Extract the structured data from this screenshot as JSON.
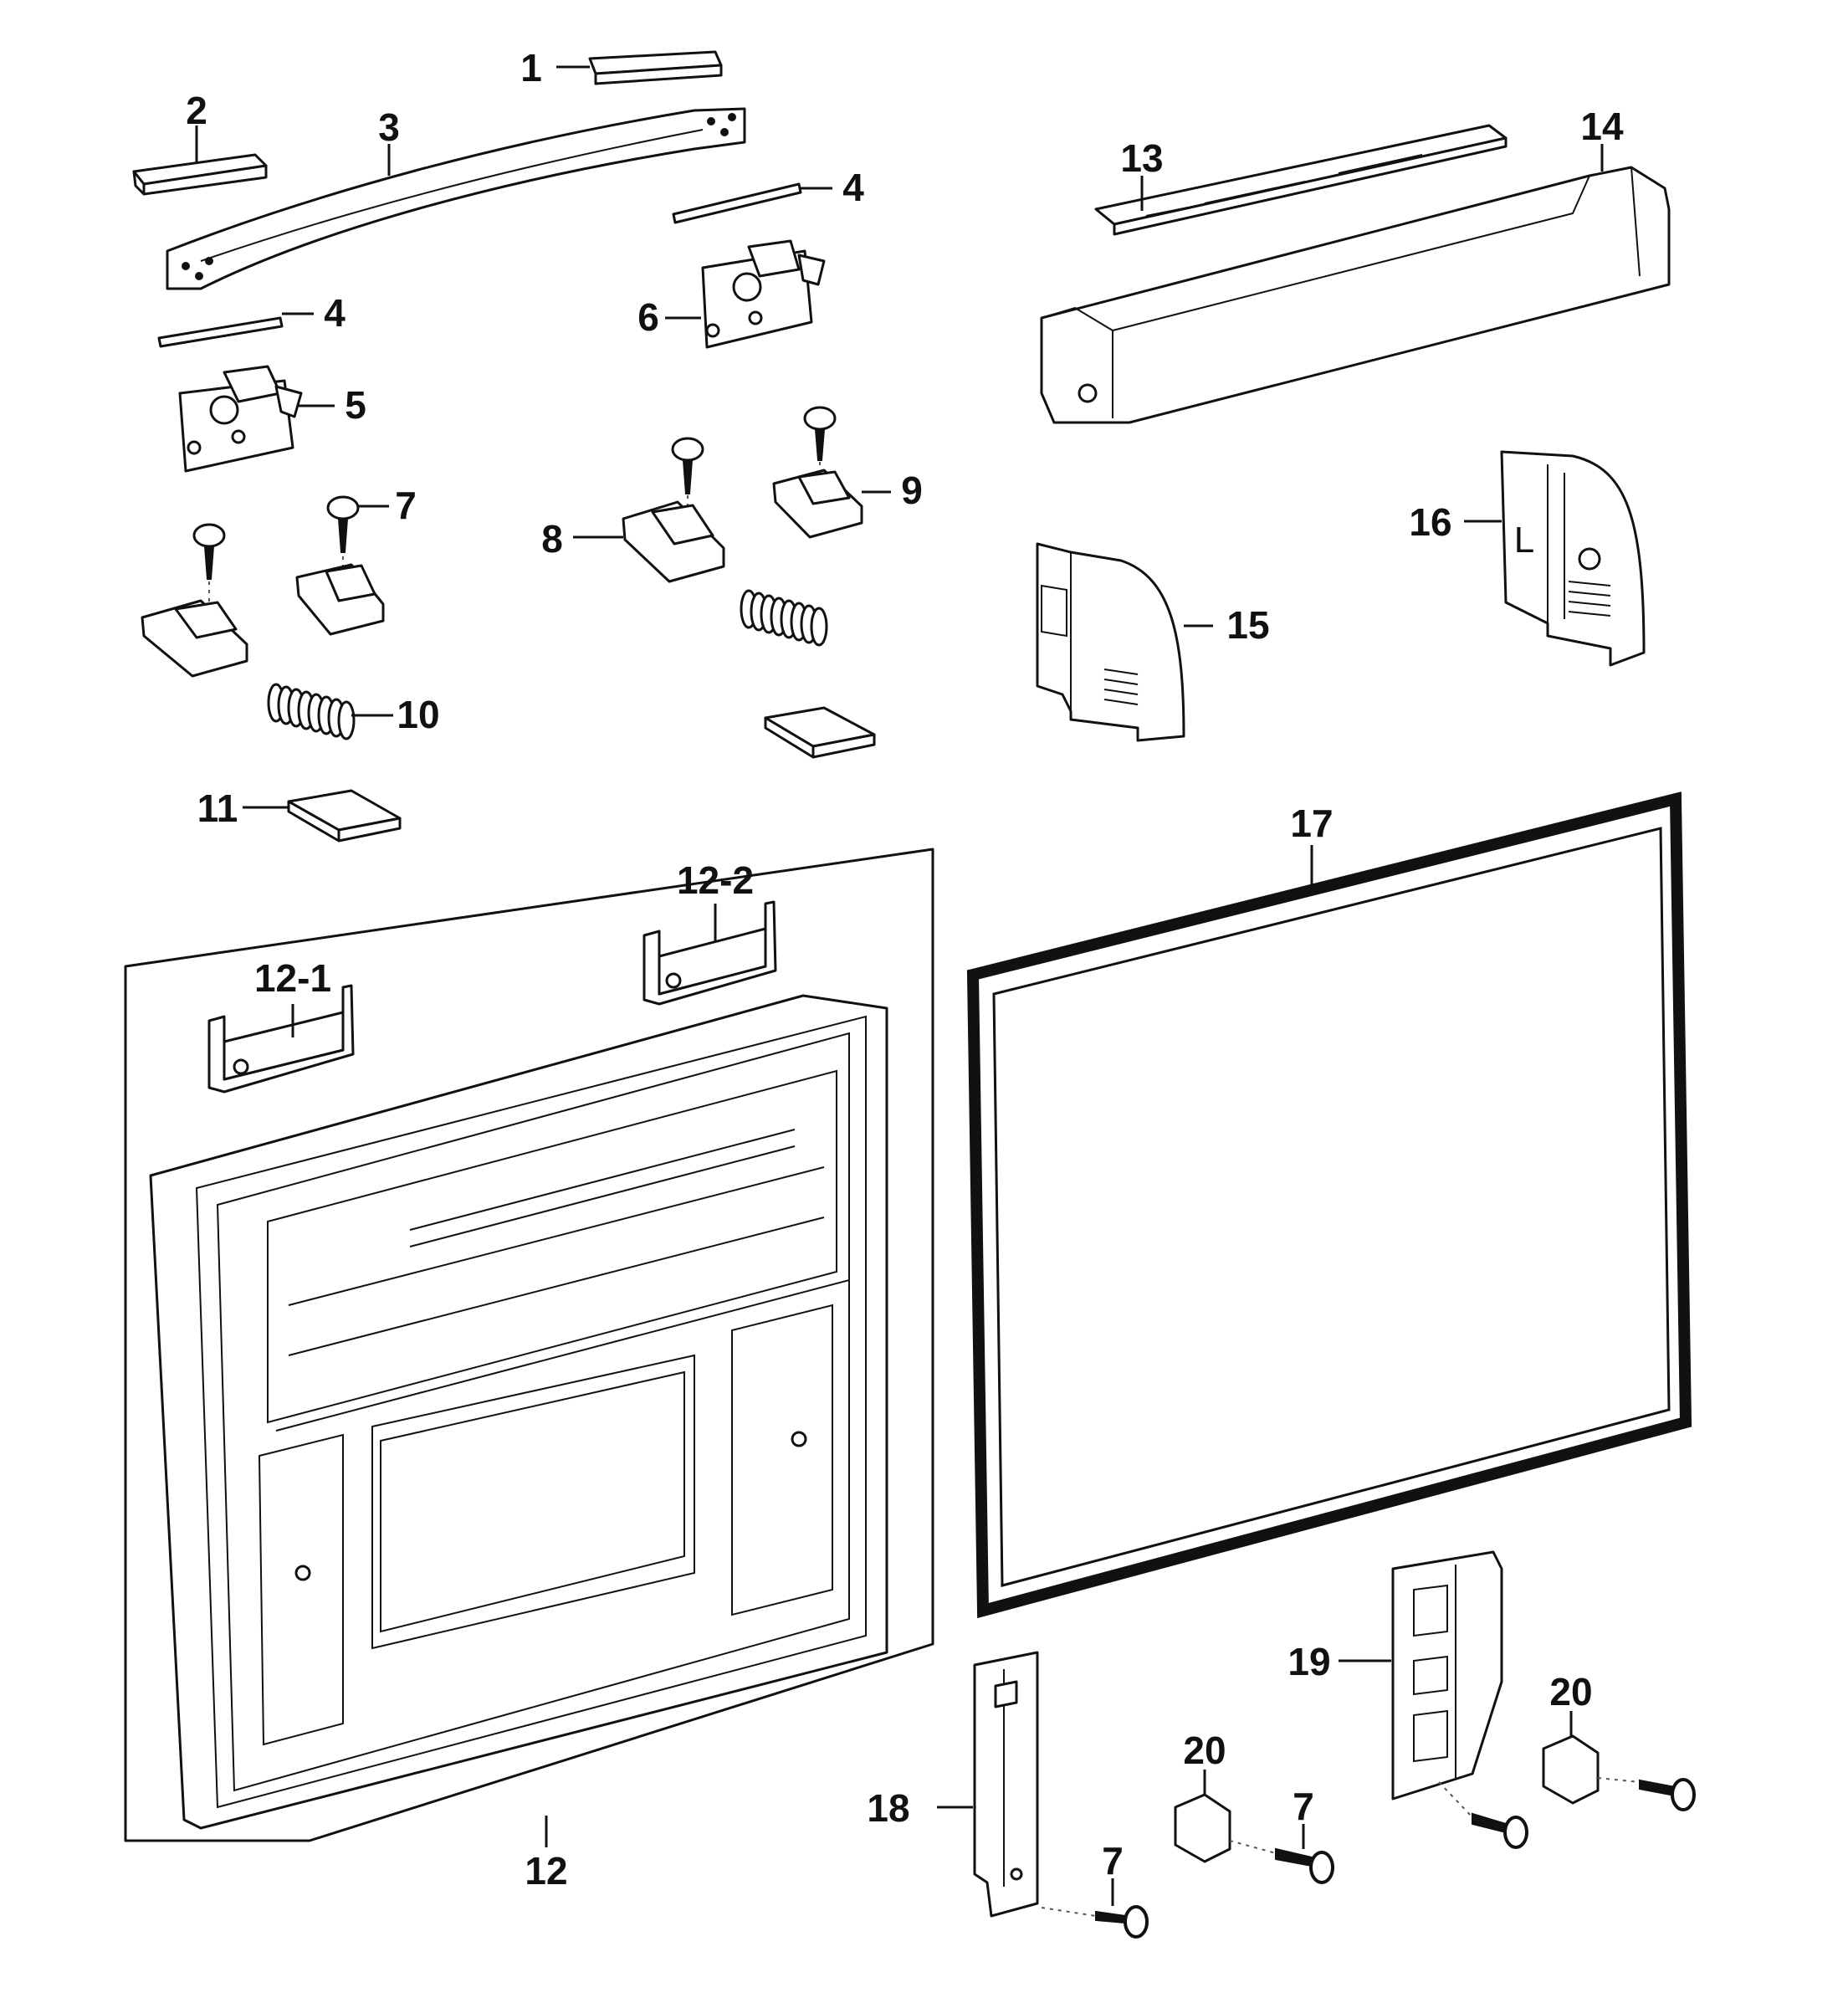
{
  "callouts": {
    "c1": "1",
    "c2": "2",
    "c3": "3",
    "c4a": "4",
    "c4b": "4",
    "c5": "5",
    "c6": "6",
    "c7a": "7",
    "c7b": "7",
    "c7c": "7",
    "c8": "8",
    "c9": "9",
    "c10": "10",
    "c11": "11",
    "c12": "12",
    "c12_1": "12-1",
    "c12_2": "12-2",
    "c13": "13",
    "c14": "14",
    "c15": "15",
    "c16": "16",
    "c17": "17",
    "c18": "18",
    "c19": "19",
    "c20a": "20",
    "c20b": "20"
  },
  "cap_marking": "L",
  "colors": {
    "ink": "#111111",
    "paper": "#ffffff"
  }
}
